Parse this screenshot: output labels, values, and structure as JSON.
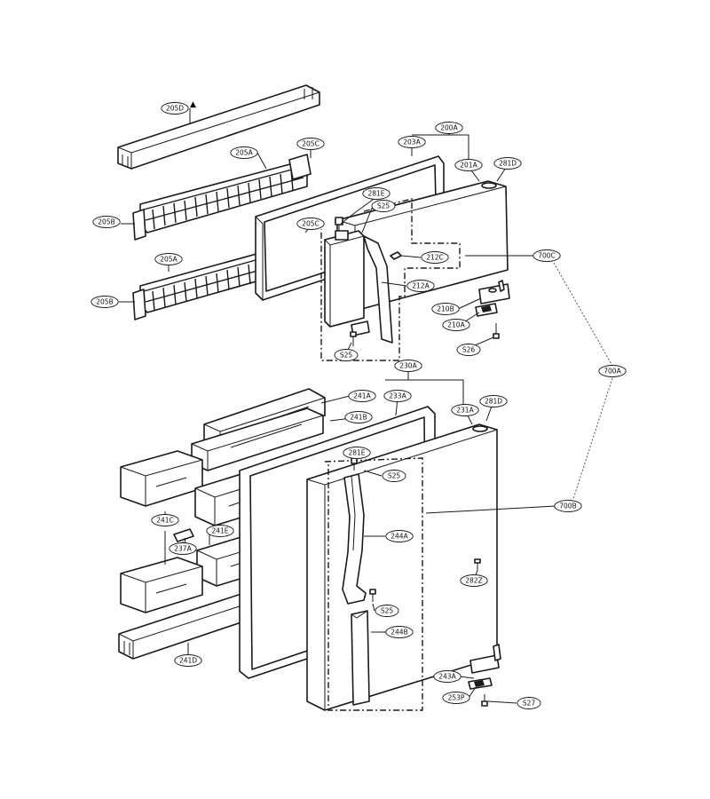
{
  "labels": [
    {
      "id": "205d",
      "text": "205D"
    },
    {
      "id": "205a-1",
      "text": "205A"
    },
    {
      "id": "205c-1",
      "text": "205C"
    },
    {
      "id": "205b-1",
      "text": "205B"
    },
    {
      "id": "205c-2",
      "text": "205C"
    },
    {
      "id": "205a-2",
      "text": "205A"
    },
    {
      "id": "205b-2",
      "text": "205B"
    },
    {
      "id": "203a",
      "text": "203A"
    },
    {
      "id": "200a",
      "text": "200A"
    },
    {
      "id": "201a",
      "text": "201A"
    },
    {
      "id": "281d-1",
      "text": "281D"
    },
    {
      "id": "281e-1",
      "text": "281E"
    },
    {
      "id": "s25-1",
      "text": "S25"
    },
    {
      "id": "212c",
      "text": "212C"
    },
    {
      "id": "700c",
      "text": "700C"
    },
    {
      "id": "212a",
      "text": "212A"
    },
    {
      "id": "210b",
      "text": "210B"
    },
    {
      "id": "210a",
      "text": "210A"
    },
    {
      "id": "s26",
      "text": "S26"
    },
    {
      "id": "s25-2",
      "text": "S25"
    },
    {
      "id": "700a",
      "text": "700A"
    },
    {
      "id": "230a",
      "text": "230A"
    },
    {
      "id": "241a",
      "text": "241A"
    },
    {
      "id": "233a",
      "text": "233A"
    },
    {
      "id": "241b",
      "text": "241B"
    },
    {
      "id": "231a",
      "text": "231A"
    },
    {
      "id": "281d-2",
      "text": "281D"
    },
    {
      "id": "281e-2",
      "text": "281E"
    },
    {
      "id": "s25-3",
      "text": "S25"
    },
    {
      "id": "700b",
      "text": "700B"
    },
    {
      "id": "241c",
      "text": "241C"
    },
    {
      "id": "241e",
      "text": "241E"
    },
    {
      "id": "244a",
      "text": "244A"
    },
    {
      "id": "237a",
      "text": "237A"
    },
    {
      "id": "282z",
      "text": "282Z"
    },
    {
      "id": "s25-4",
      "text": "S25"
    },
    {
      "id": "244b",
      "text": "244B"
    },
    {
      "id": "241d",
      "text": "241D"
    },
    {
      "id": "243a",
      "text": "243A"
    },
    {
      "id": "253p",
      "text": "253P"
    },
    {
      "id": "s27",
      "text": "S27"
    }
  ]
}
